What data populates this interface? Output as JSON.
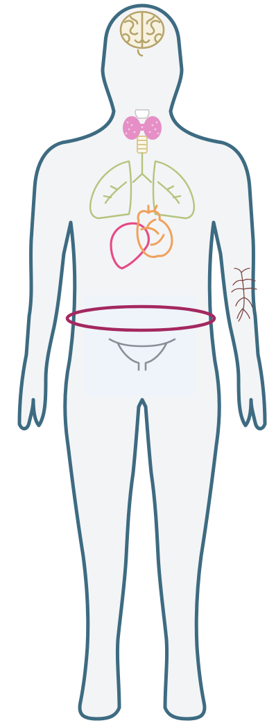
{
  "figure": {
    "organs": [
      {
        "id": "brain",
        "icon": "brain-icon"
      },
      {
        "id": "thyroid",
        "icon": "thyroid-icon"
      },
      {
        "id": "lungs",
        "icon": "lungs-icon"
      },
      {
        "id": "heart",
        "icon": "heart-icon"
      },
      {
        "id": "liver",
        "icon": "liver-icon"
      },
      {
        "id": "waist",
        "icon": "waist-ring-icon"
      },
      {
        "id": "bladder",
        "icon": "bladder-icon"
      },
      {
        "id": "peripheral-nerve",
        "icon": "nerve-icon"
      }
    ]
  },
  "colors": {
    "body_outline": "#3d6b82",
    "body_fill": "#f3f4f6",
    "pelvis_panel": "#eef4fb",
    "brain": "#b7a36a",
    "thyroid": "#d97ab7",
    "trachea": "#d9c98e",
    "lungs": "#b4c47c",
    "heart": "#f0a05a",
    "liver": "#e54c86",
    "waist_ring": "#a42860",
    "bladder": "#8a8f97",
    "nerve": "#7a4545"
  }
}
